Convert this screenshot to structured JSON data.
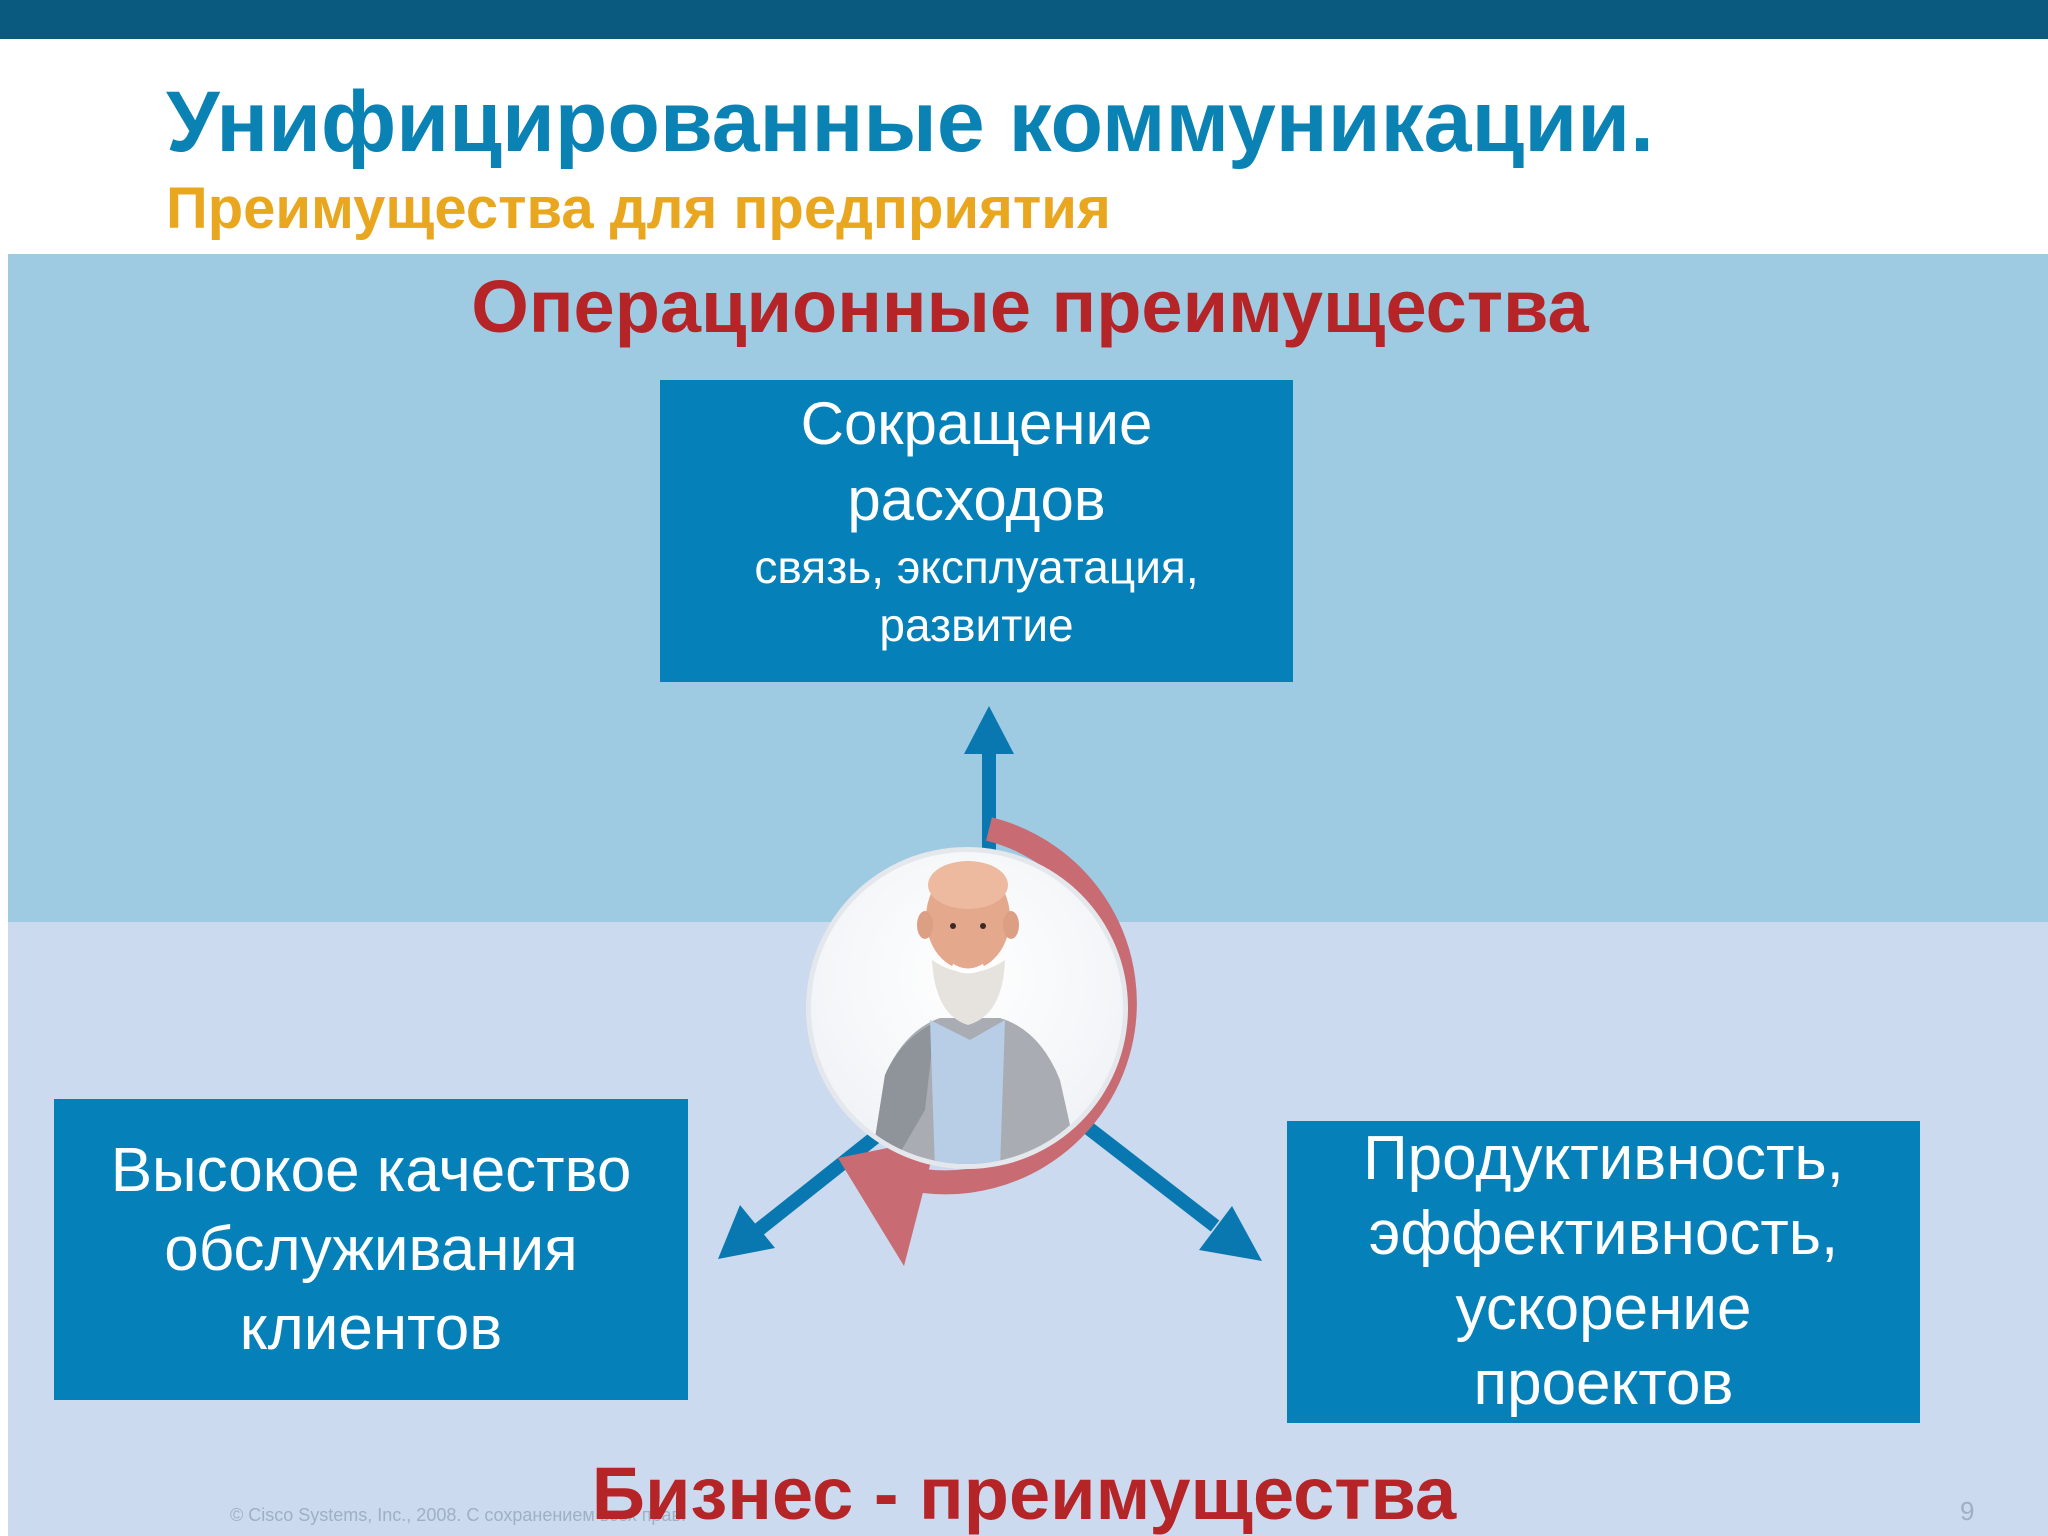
{
  "slide": {
    "title": "Унифицированные коммуникации.",
    "subtitle": "Преимущества для предприятия",
    "operational_heading": "Операционные преимущества",
    "business_heading": "Бизнес - преимущества",
    "footer": "© Cisco Systems, Inc., 2008. С сохранением всех прав.",
    "page_number": "9"
  },
  "boxes": {
    "top": {
      "line1": "Сокращение",
      "line2": "расходов",
      "line3": "связь, эксплуатация,",
      "line4": "развитие"
    },
    "left": {
      "line1": "Высокое качество",
      "line2": "обслуживания",
      "line3": "клиентов"
    },
    "right": {
      "line1": "Продуктивность,",
      "line2": "эффективность,",
      "line3": "ускорение",
      "line4": "проектов"
    }
  },
  "colors": {
    "title": "#0a82b4",
    "subtitle": "#e9a71f",
    "heading": "#b52427",
    "box": "#0680b8",
    "arrow": "#0a78b0",
    "cycle_arrow": "#c96b73",
    "band_top": "#9ecbe2",
    "band_bottom": "#cbdaee",
    "top_bar": "#0a5a80"
  }
}
